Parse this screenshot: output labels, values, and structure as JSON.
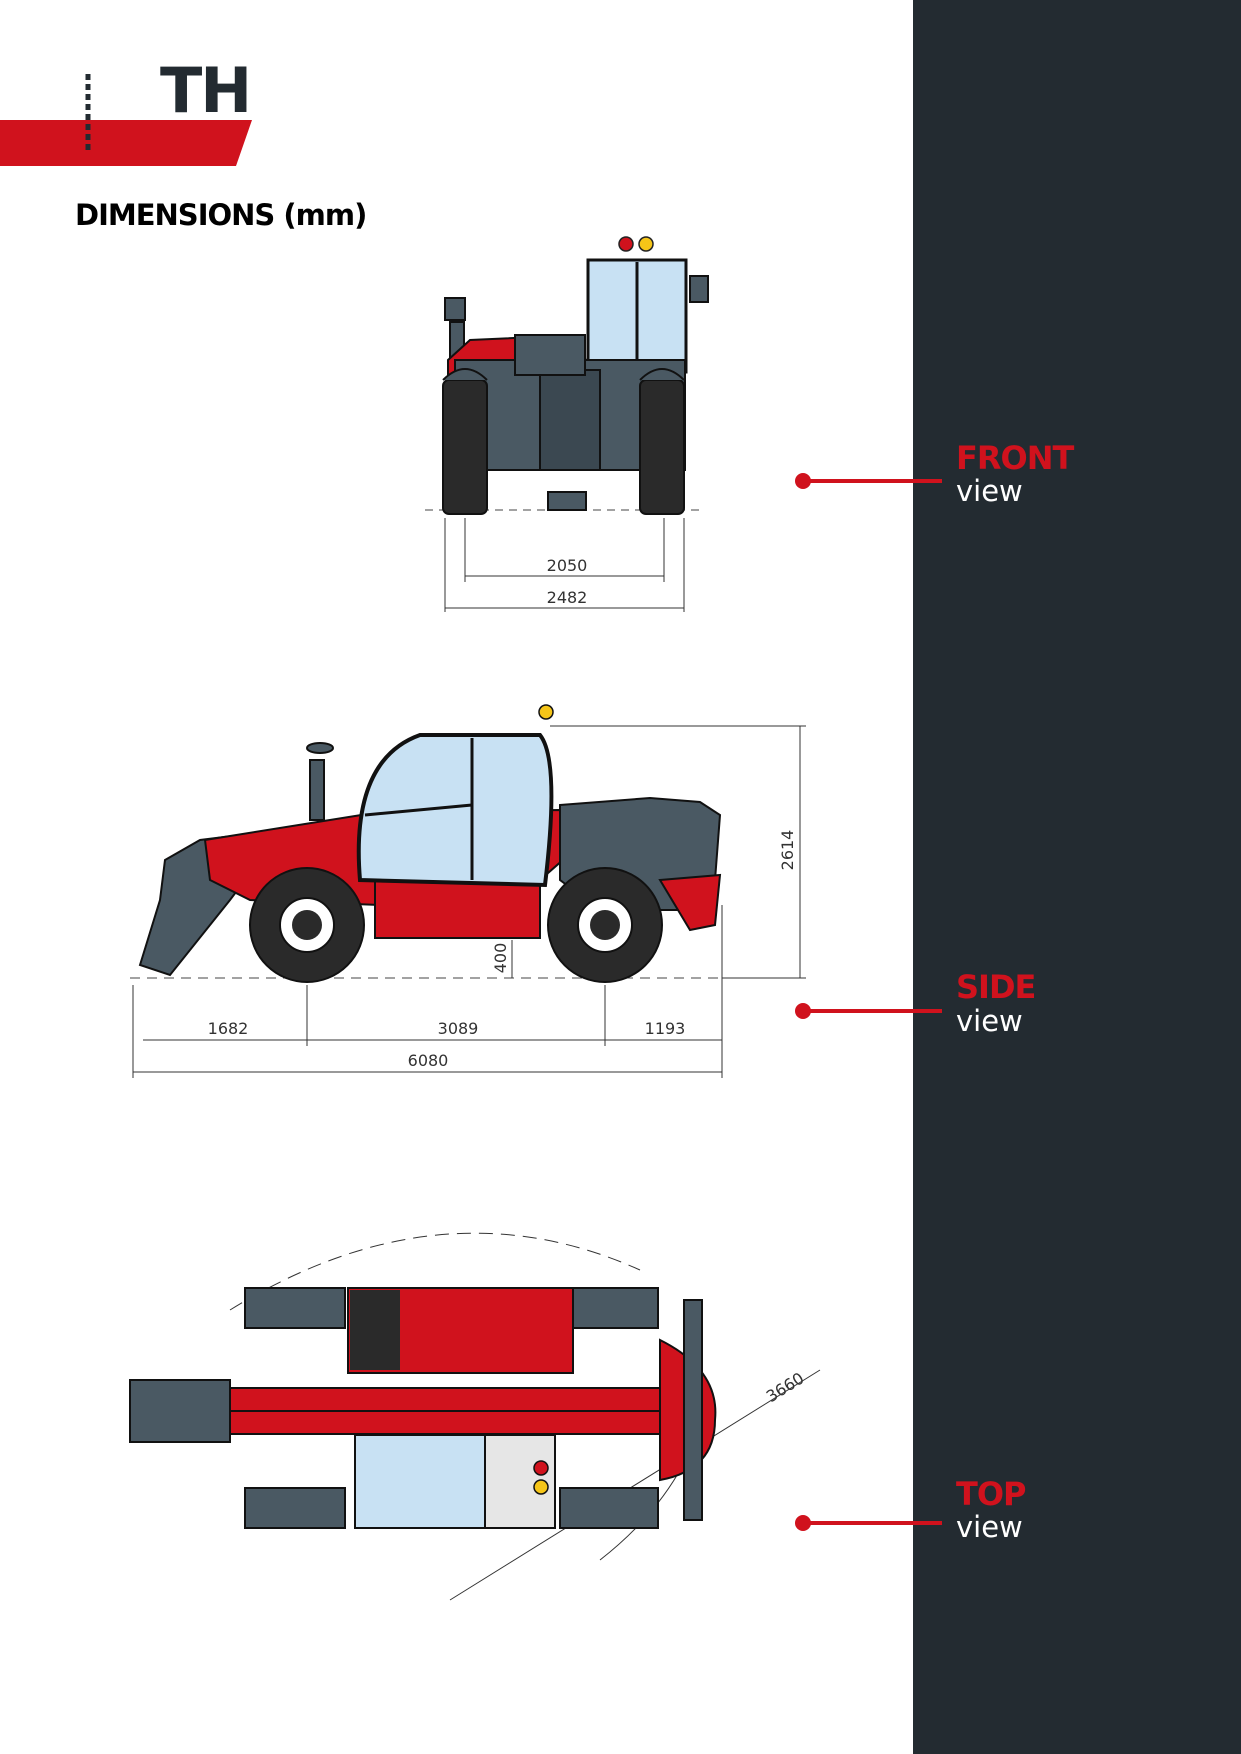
{
  "header": {
    "model_code": "TH"
  },
  "section": {
    "title": "DIMENSIONS (mm)"
  },
  "views": {
    "front": {
      "label": "FRONT",
      "sub": "view"
    },
    "side": {
      "label": "SIDE",
      "sub": "view"
    },
    "top": {
      "label": "TOP",
      "sub": "view"
    }
  },
  "dimensions": {
    "front_track": "2050",
    "front_width": "2482",
    "side_height": "2614",
    "side_clearance": "400",
    "side_front_overhang": "1682",
    "side_wheelbase": "3089",
    "side_rear_overhang": "1193",
    "side_length": "6080",
    "top_turning_radius": "3660"
  },
  "colors": {
    "accent": "#d0121d",
    "dark": "#232b31",
    "machine_grey": "#4a5963",
    "glass": "#c8e1f3"
  }
}
